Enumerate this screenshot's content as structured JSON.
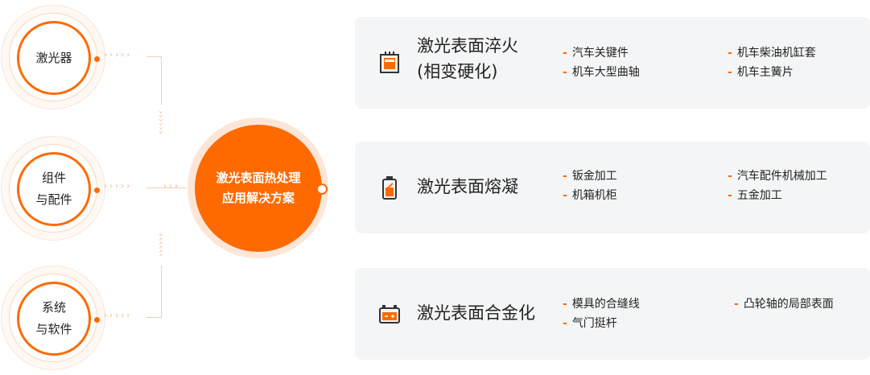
{
  "left_nodes": [
    {
      "label": "激光器"
    },
    {
      "line1": "组件",
      "line2": "与配件"
    },
    {
      "line1": "系统",
      "line2": "与软件"
    }
  ],
  "hub": {
    "line1": "激光表面热处理",
    "line2": "应用解决方案"
  },
  "cards": [
    {
      "icon": "hardening-chip-icon",
      "title_line1": "激光表面淬火",
      "title_line2": "(相变硬化)",
      "items": [
        "汽车关键件",
        "机车柴油机缸套",
        "机车大型曲轴",
        "机车主簧片"
      ]
    },
    {
      "icon": "battery-icon",
      "title_line1": "激光表面熔凝",
      "items": [
        "钣金加工",
        "汽车配件机械加工",
        "机箱机柜",
        "五金加工"
      ]
    },
    {
      "icon": "battery-box-icon",
      "title_line1": "激光表面合金化",
      "items": [
        "模具的合缝线",
        "凸轮轴的局部表面",
        "气门挺杆"
      ]
    }
  ],
  "colors": {
    "accent": "#ff6a00",
    "card_bg": "#f4f5f6",
    "connector": "#f3cdb6"
  }
}
